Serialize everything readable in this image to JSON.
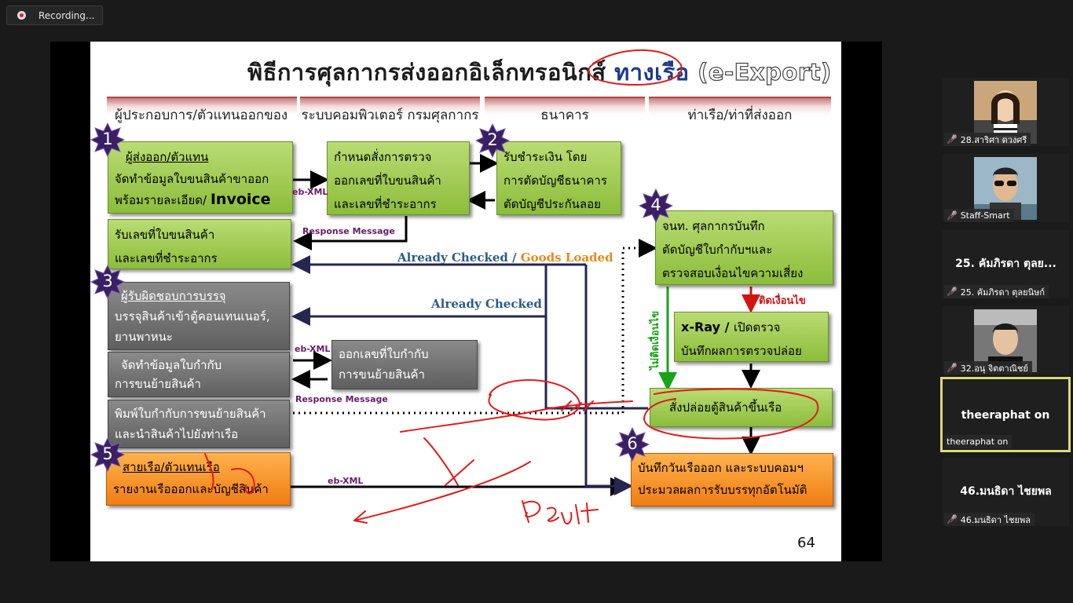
{
  "recording": {
    "label": "Recording..."
  },
  "slide": {
    "title_main": "พิธีการศุลกากรส่งออกอิเล็กทรอนิกส์ ",
    "title_accent": "ทางเรือ",
    "title_outline": " (e-Export)",
    "headers": [
      "ผู้ประกอบการ/ตัวแทนออกของ",
      "ระบบคอมพิวเตอร์ กรมศุลกากร",
      "ธนาคาร",
      "ท่าเรือ/ท่าที่ส่งออก"
    ],
    "badges": [
      "1",
      "2",
      "3",
      "4",
      "5",
      "6"
    ],
    "box1": {
      "title": "ผู้ส่งออก/ตัวแทน",
      "line2": "จัดทำข้อมูลใบขนสินค้าขาออก",
      "line3": "พร้อมรายละเอียด/ ",
      "line3_bold": "Invoice"
    },
    "box_customs": {
      "line1": "กำหนดสั่งการตรวจ",
      "line2": "ออกเลขที่ใบขนสินค้า",
      "line3": "และเลขที่ชำระอากร"
    },
    "box_bank": {
      "line1": "รับชำระเงิน โดย",
      "line2": "การตัดบัญชีธนาคาร",
      "line3": "ตัดบัญชีประกันลอย"
    },
    "box_receive": {
      "line1": "รับเลขที่ใบขนสินค้า",
      "line2": "และเลขที่ชำระอากร"
    },
    "box_officer": {
      "line1": "จนท. ศุลกากรบันทึก",
      "line2": "ตัดบัญชีใบกำกับฯและ",
      "line3": "ตรวจสอบเงื่อนไขความเสี่ยง"
    },
    "box_pack": {
      "title": "ผู้รับผิดชอบการบรรจุ",
      "line2": "บรรจุสินค้าเข้าตู้คอนเทนเนอร์,",
      "line3": "ยานพาหนะ"
    },
    "box_prepare": {
      "line1": "จัดทำข้อมูลใบกำกับ",
      "line2": "การขนย้ายสินค้า"
    },
    "box_print": {
      "line1": "พิมพ์ใบกำกับการขนย้ายสินค้า",
      "line2": "และนำสินค้าไปยังท่าเรือ"
    },
    "box_issue": {
      "line1": "ออกเลขที่ใบกำกับ",
      "line2": "การขนย้ายสินค้า"
    },
    "box_xray": {
      "line1_bold": "x-Ray / ",
      "line1": "เปิดตรวจ",
      "line2": "บันทึกผลการตรวจปล่อย"
    },
    "box_release": {
      "line1": "สั่งปล่อยตู้สินค้าขึ้นเรือ"
    },
    "box_ship": {
      "title": "สายเรือ/ตัวแทนเรือ",
      "line2": "รายงานเรือออกและบัญชีสินค้า"
    },
    "box_record": {
      "line1": "บันทึกวันเรือออก และระบบคอมฯ",
      "line2": "ประมวลผลการรับบรรทุกอัตโนมัติ"
    },
    "labels": {
      "ebxml_1": "eb-XML",
      "response_1": "Response Message",
      "ebxml_2": "eb-XML",
      "response_2": "Response Message",
      "ebxml_3": "eb-XML",
      "checked_goods": "Already Checked / ",
      "goods_loaded": "Goods Loaded",
      "checked": "Already Checked",
      "red_cond": "ติดเงื่อนไข",
      "green_cond": "ไม่ติดเงื่อนไข"
    },
    "page_number": "64"
  },
  "participants": [
    {
      "label": "28.สาริศา ดวงศรี",
      "photo": "woman-photo",
      "muted": true
    },
    {
      "label": "Staff-Smart",
      "photo": "man-sunglasses-photo",
      "muted": true
    },
    {
      "label": "25. คัมภิรดา ตุลยนิษก์",
      "big_name": "25. คัมภิรดา ตุลย...",
      "muted": true
    },
    {
      "label": "32.อนุ จิตตาณิชย์",
      "photo": "man-car-photo",
      "muted": true
    },
    {
      "label": "theeraphat on",
      "big_name": "theeraphat on",
      "muted": false,
      "active": true
    },
    {
      "label": "46.มนธิดา ไชยพล",
      "big_name": "46.มนธิดา ไชยพล",
      "muted": true
    }
  ],
  "colors": {
    "green_box": "#8cbd3b",
    "gray_box": "#5f5f5f",
    "orange_box": "#f07d14",
    "arrow": "#262650",
    "annotation": "#e01b1b",
    "active_border": "#ddd87a"
  }
}
